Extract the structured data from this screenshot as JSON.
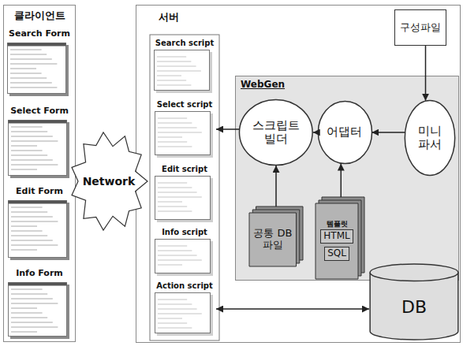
{
  "diagram": {
    "nodes": [
      {
        "text": [
          "클라이언트"
        ]
      },
      {
        "text": [
          "Search Form"
        ],
        "in": 0
      },
      {
        "text": [
          "Select Form"
        ],
        "in": 0
      },
      {
        "text": [
          "Edit Form"
        ],
        "in": 0
      },
      {
        "text": [
          "Info Form"
        ],
        "in": 0
      },
      {
        "text": [
          "Network"
        ]
      },
      {
        "text": [
          "서버"
        ]
      },
      {
        "text": [
          "Search script"
        ],
        "in": 6
      },
      {
        "text": [
          "Select script"
        ],
        "in": 6
      },
      {
        "text": [
          "Edit script"
        ],
        "in": 6
      },
      {
        "text": [
          "Info script"
        ],
        "in": 6
      },
      {
        "text": [
          "Action script"
        ],
        "in": 6
      },
      {
        "text": [
          "구성파일"
        ],
        "in": 6
      },
      {
        "text": [
          "WebGen"
        ],
        "in": 6
      },
      {
        "text": [
          "스크립트 빌더"
        ],
        "in": 13
      },
      {
        "text": [
          "어댑터"
        ],
        "in": 13
      },
      {
        "text": [
          "미니 파서"
        ],
        "in": 13
      },
      {
        "text": [
          "공통 DB 파일"
        ],
        "in": 13
      },
      {
        "text": [
          "템플릿",
          "HTML",
          "SQL"
        ],
        "in": 13
      },
      {
        "text": [
          "DB"
        ],
        "in": 6
      }
    ],
    "edges": [
      {
        "from": 12,
        "to": 16,
        "arrow": "to"
      },
      {
        "from": 16,
        "to": 15,
        "arrow": "to"
      },
      {
        "from": 15,
        "to": 14,
        "arrow": "to"
      },
      {
        "from": 14,
        "to": 8,
        "arrow": "to"
      },
      {
        "from": 17,
        "to": 14,
        "arrow": "to"
      },
      {
        "from": 18,
        "to": 15,
        "arrow": "to"
      },
      {
        "from": 11,
        "to": 19,
        "arrow": "both"
      }
    ]
  }
}
